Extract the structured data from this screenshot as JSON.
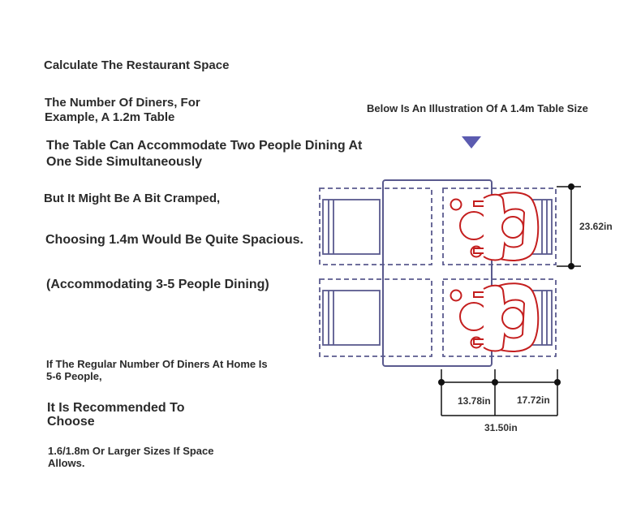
{
  "texts": {
    "calc_title": "Calculate The Restaurant Space",
    "diners_intro_1": "The Number Of Diners, For",
    "diners_intro_2": "Example, A 1.2m Table",
    "two_people_1": "The Table Can Accommodate Two People Dining At",
    "two_people_2": "One Side Simultaneously",
    "cramped": "But It Might Be A Bit Cramped,",
    "spacious": "Choosing 1.4m Would Be Quite Spacious.",
    "accommodating": "(Accommodating 3-5 People Dining)",
    "regular_1": "If The Regular Number Of Diners At Home Is",
    "regular_2": "5-6 People,",
    "recommend_1": "It Is Recommended To",
    "recommend_2": "Choose",
    "sizes_1": "1.6/1.8m Or Larger Sizes If Space",
    "sizes_2": "Allows.",
    "illustration_caption": "Below Is An Illustration Of A 1.4m Table Size"
  },
  "dimensions": {
    "height_label": "23.62in",
    "left_width_label": "13.78in",
    "right_width_label": "17.72in",
    "total_width_label": "31.50in"
  },
  "colors": {
    "outline": "#5a5a8e",
    "person": "#c41e1e",
    "pointer": "#5b5bb0",
    "dim_line": "#111111"
  },
  "icons": {
    "pointer": "down-triangle-icon",
    "diner": "diner-topview-icon"
  }
}
